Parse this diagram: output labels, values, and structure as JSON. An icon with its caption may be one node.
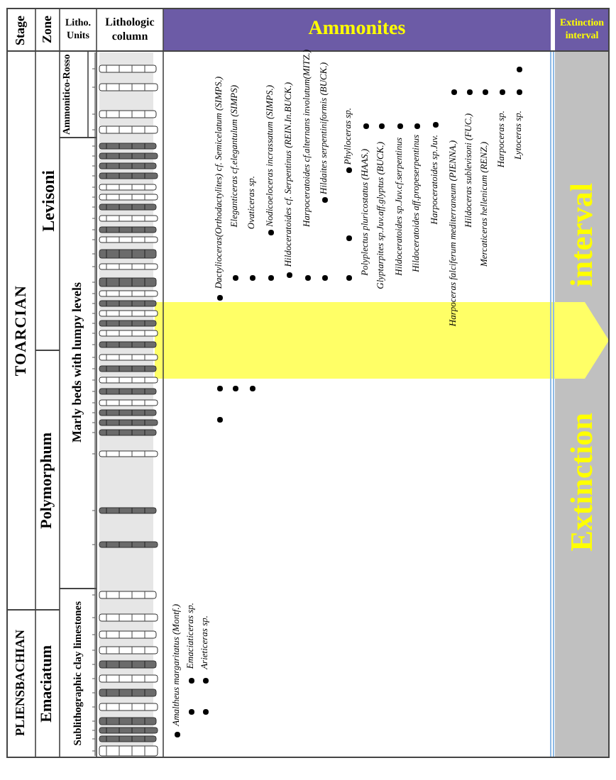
{
  "diagram": {
    "labels": [
      "Stage",
      "Zone",
      "Litho. Units",
      "Lithologic column",
      "Ammonites",
      "Extinction interval",
      "TOARCIAN",
      "PLIENSBACHIAN",
      "Levisoni",
      "Polymorphum",
      "Emaciatum",
      "Ammonitico-Rosso",
      "Marly beds with lumpy levels",
      "Sublithographic clay limestones",
      "Amaltheus margaritatus (Montf.)",
      "Emaciaticeras sp.",
      "Arieticeras sp.",
      "Dactylioceras(Orthodactylites) cf. Semicelatum (SIMPS.)",
      "Eleganticeras cf.elegantulum (SIMPS)",
      "Ovaticeras sp.",
      "Nodicoeloceras incrassatum (SIMPS.)",
      "Hildoceratoides cf. Serpentinus (REIN.In.BUCK.)",
      "Harpoceratoides cf.alternans involutum(MITZ.)",
      "Hildaites serpentiniformis (BUCK.)",
      "Phylloceras sp.",
      "Polyplectus pluricostatus (HAAS.)",
      "Glyptarpites sp.Juv.aff.glyptus (BUCK.)",
      "Hildoceratoides sp.Juv.cf.serpentinus",
      "Hildoceratoides aff.propeserpentinus",
      "Harpoceratoides sp.Juv.",
      "Harpoceras falciferum mediterraneum (PIENNA.)",
      "Hildoceras sublevisoni (FUC.)",
      "Mercaticeras hellenicum (RENZ.)",
      "Harpoceras sp.",
      "Lytoceras sp.",
      "Extinction",
      "interval"
    ]
  }
}
